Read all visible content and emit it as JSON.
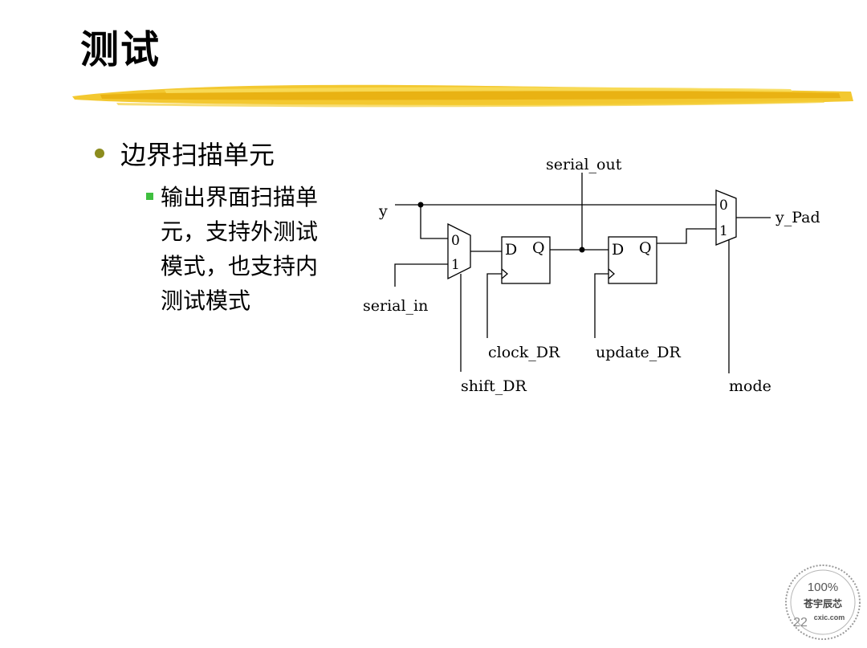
{
  "slide": {
    "title": "测试",
    "bullet": "边界扫描单元",
    "sub_bullet": "输出界面扫描单元，支持外测试模式，也支持内测试模式",
    "page_number": "22"
  },
  "diagram": {
    "labels": {
      "serial_out": "serial_out",
      "y": "y",
      "y_pad": "y_Pad",
      "serial_in": "serial_in",
      "clock_dr": "clock_DR",
      "update_dr": "update_DR",
      "shift_dr": "shift_DR",
      "mode": "mode"
    },
    "mux_in0": "0",
    "mux_in1": "1",
    "ff_d": "D",
    "ff_q": "Q"
  },
  "watermark": {
    "percent": "100%",
    "name": "苍宇辰芯",
    "site": "cxic.com"
  },
  "colors": {
    "brush": "#f2c21a",
    "bullet_dot": "#8c8c1e",
    "sub_bullet_square": "#3fbf3f"
  }
}
